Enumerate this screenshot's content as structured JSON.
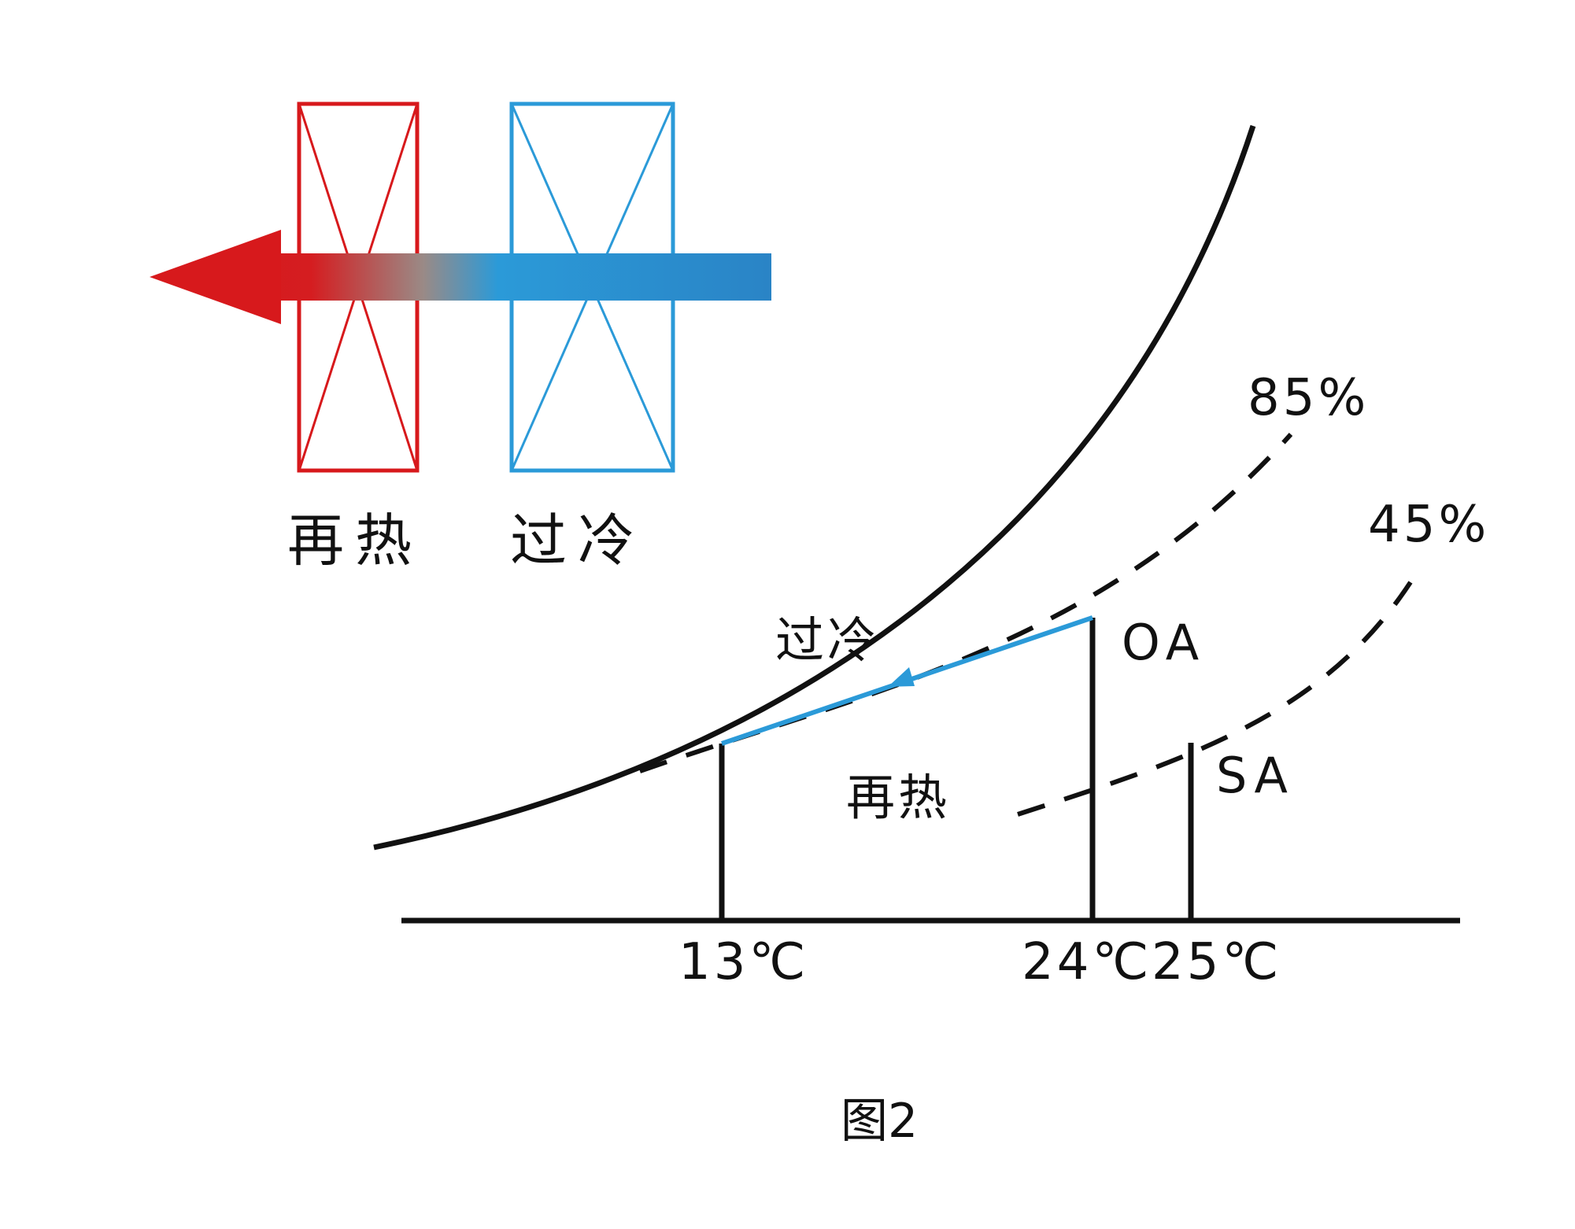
{
  "legend": {
    "reheat_label": "再热",
    "subcool_label": "过冷",
    "reheat_color": "#d7191c",
    "subcool_color": "#2b9ad8"
  },
  "chart": {
    "curve_85_label": "85%",
    "curve_45_label": "45%",
    "region_subcool_label": "过冷",
    "region_reheat_label": "再热",
    "point_oa_label": "OA",
    "point_sa_label": "SA",
    "temp_ticks": [
      "13℃",
      "24℃",
      "25℃"
    ],
    "process_color": "#2b9ad8"
  },
  "caption": "图2"
}
